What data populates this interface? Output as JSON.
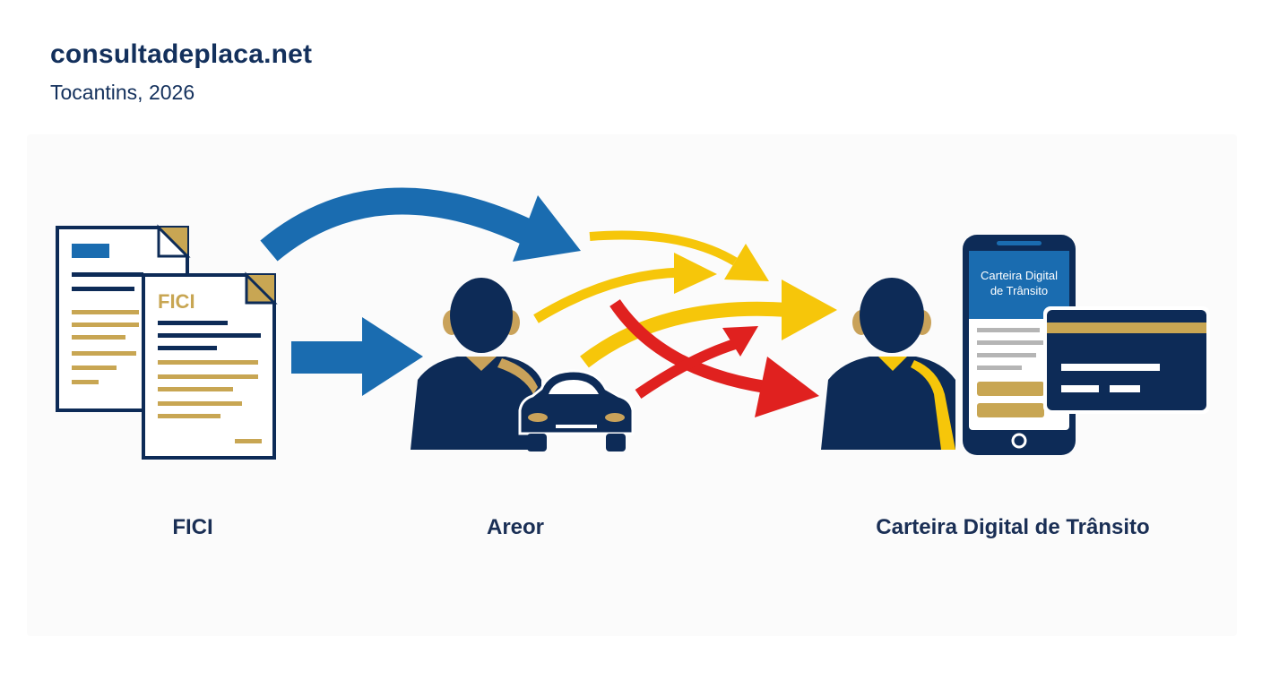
{
  "header": {
    "title": "consultadeplaca.net",
    "subtitle": "Tocantins, 2026"
  },
  "stages": {
    "fici": {
      "label": "FICI",
      "doc_heading": "FICI"
    },
    "areor": {
      "label": "Areor"
    },
    "cdt": {
      "label": "Carteira Digital de Trânsito",
      "phone_title_line1": "Carteira Digital",
      "phone_title_line2": "de Trânsito"
    }
  },
  "colors": {
    "navy": "#0d2b57",
    "blue_arrow": "#1a6cb0",
    "yellow_arrow": "#f6c60a",
    "red_arrow": "#e0211f",
    "gold": "#c8a653",
    "tan_ear": "#c9a25a"
  },
  "icons": [
    "document-icon",
    "person-icon",
    "car-icon",
    "smartphone-icon",
    "card-icon",
    "arrow-icon"
  ]
}
